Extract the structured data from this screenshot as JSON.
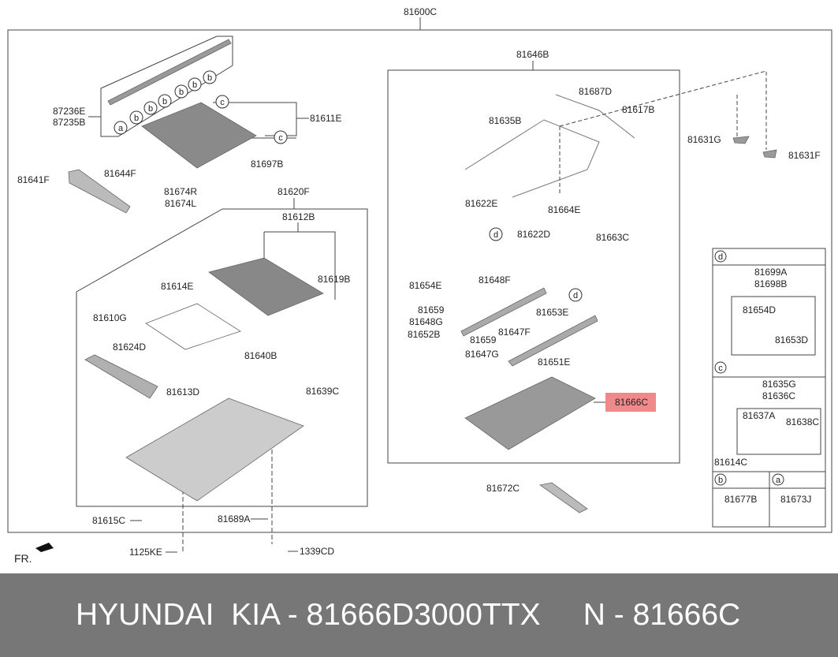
{
  "diagram": {
    "labels": [
      "81600C",
      "87236E",
      "87235B",
      "81611E",
      "81697B",
      "81641F",
      "81644F",
      "81674R",
      "81674L",
      "81620F",
      "81612B",
      "81619B",
      "81614E",
      "81610G",
      "81624D",
      "81640B",
      "81613D",
      "81639C",
      "81615C",
      "81689A",
      "1125KE",
      "1339CD",
      "FR.",
      "81646B",
      "81687D",
      "81617B",
      "81635B",
      "81631G",
      "81631F",
      "81622E",
      "81664E",
      "81622D",
      "81663C",
      "81654E",
      "81648F",
      "81659",
      "81648G",
      "81653E",
      "81652B",
      "81647F",
      "81659",
      "81647G",
      "81651E",
      "81666C",
      "81672C"
    ],
    "callouts": [
      "a",
      "b",
      "c",
      "d"
    ],
    "panel": {
      "d_labels": [
        "81699A",
        "81698B",
        "81654D",
        "81653D"
      ],
      "c_labels": [
        "81635G",
        "81636C",
        "81637A",
        "81638C",
        "81614C"
      ],
      "b_label": "81677B",
      "a_label": "81673J"
    },
    "highlight_color": "#f08a8a"
  },
  "banner": {
    "text": "HYUNDAI  KIA - 81666D3000TTX     N - 81666C"
  }
}
